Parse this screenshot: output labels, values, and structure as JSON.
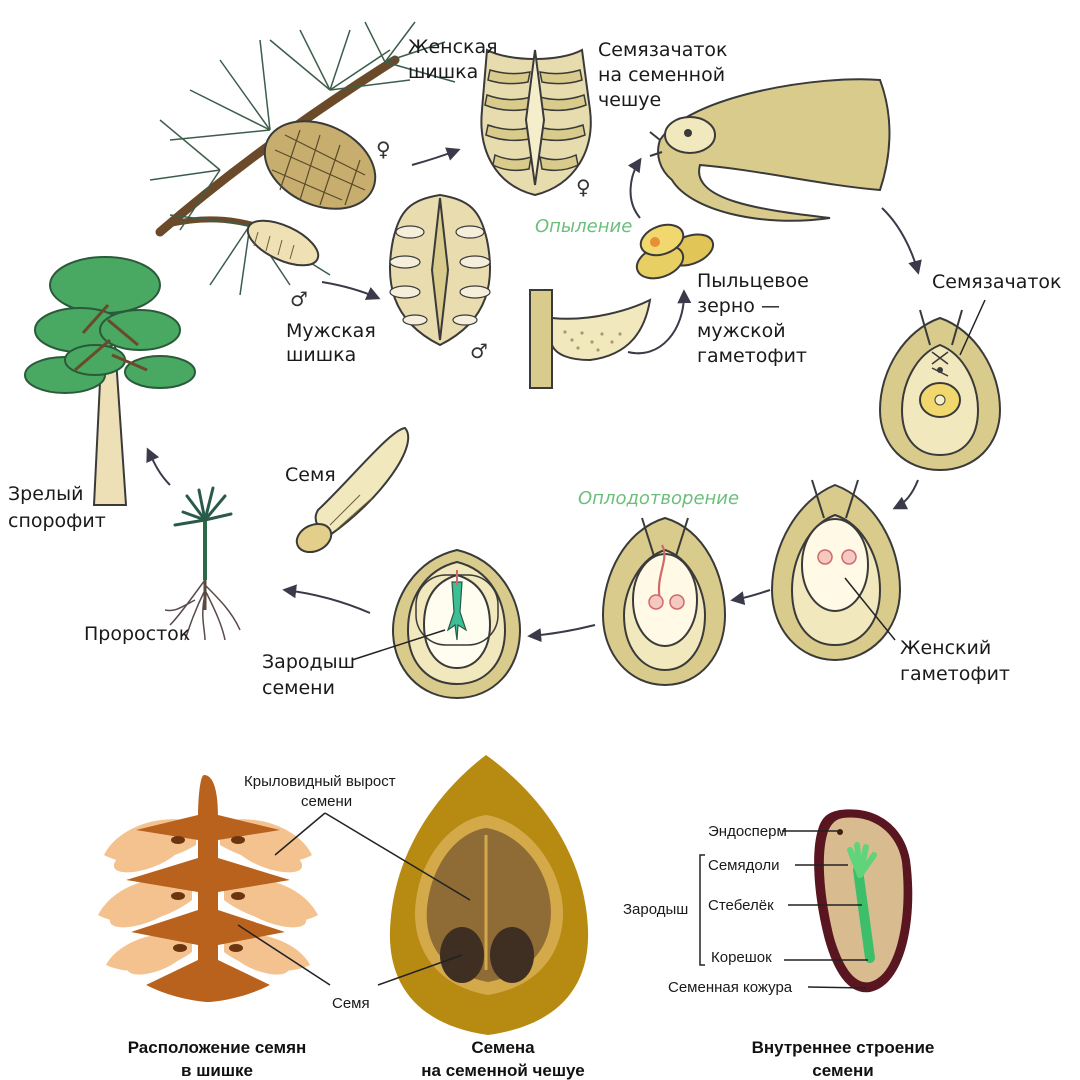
{
  "labels": {
    "female_cone_1": "Женская",
    "female_cone_2": "шишка",
    "ovule_scale_1": "Семязачаток",
    "ovule_scale_2": "на семенной",
    "ovule_scale_3": "чешуе",
    "male_cone_1": "Мужская",
    "male_cone_2": "шишка",
    "pollination": "Опыление",
    "pollen_1": "Пыльцевое",
    "pollen_2": "зерно —",
    "pollen_3": "мужской",
    "pollen_4": "гаметофит",
    "ovule": "Семязачаток",
    "mature_1": "Зрелый",
    "mature_2": "спорофит",
    "seed": "Семя",
    "fertilization": "Оплодотворение",
    "female_gam_1": "Женский",
    "female_gam_2": "гаметофит",
    "seedling": "Проросток",
    "embryo_1": "Зародыш",
    "embryo_2": "семени"
  },
  "symbols": {
    "female": "♀",
    "male": "♂"
  },
  "bottom": {
    "wing_1": "Крыловидный вырост",
    "wing_2": "семени",
    "seed": "Семя",
    "endosperm": "Эндосперм",
    "cotyledons": "Семядоли",
    "embryo": "Зародыш",
    "stem": "Стебелёк",
    "root": "Корешок",
    "seed_coat": "Семенная кожура"
  },
  "captions": {
    "cap1_1": "Расположение семян",
    "cap1_2": "в шишке",
    "cap2_1": "Семена",
    "cap2_2": "на семенной чешуе",
    "cap3_1": "Внутреннее строение",
    "cap3_2": "семени"
  },
  "colors": {
    "cone": "#d8cb8c",
    "cone_light": "#f1e8bd",
    "tree_green": "#49a861",
    "label_green": "#6cbf7b",
    "brown": "#b8621e",
    "peach": "#f3c28f",
    "olive": "#b78a12",
    "coat": "#5a1620",
    "endosperm": "#d9bb90"
  }
}
